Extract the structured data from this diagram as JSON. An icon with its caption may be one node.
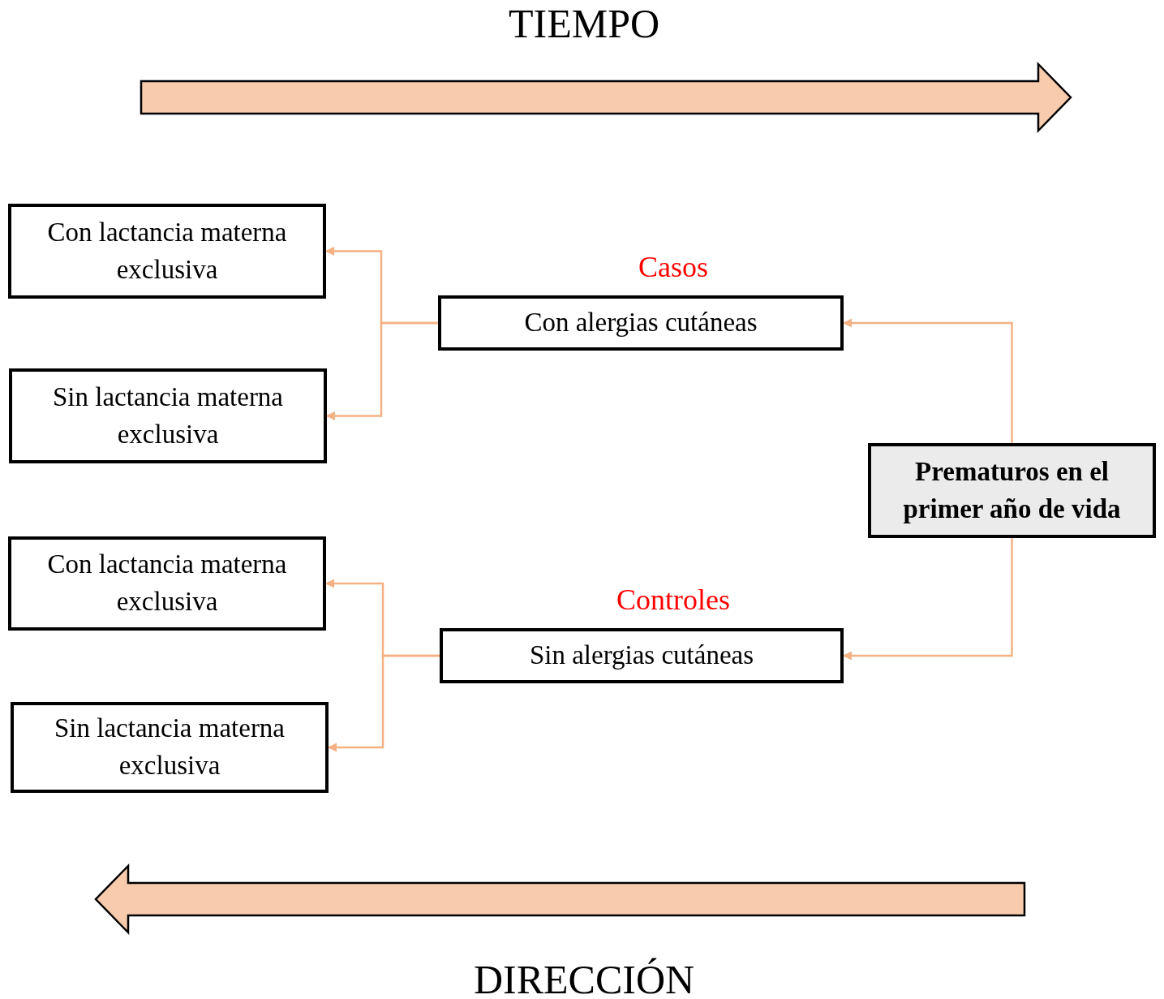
{
  "diagram": {
    "nodes": [
      {
        "text": [
          "Con lactancia materna exclusiva"
        ]
      },
      {
        "text": [
          "Sin lactancia materna exclusiva"
        ]
      },
      {
        "text": [
          "Con lactancia materna exclusiva"
        ]
      },
      {
        "text": [
          "Sin lactancia materna exclusiva"
        ]
      },
      {
        "text": [
          "Con alergias cutáneas"
        ],
        "beside": [
          "Casos"
        ]
      },
      {
        "text": [
          "Sin alergias cutáneas"
        ],
        "beside": [
          "Controles"
        ]
      },
      {
        "text": [
          "Prematuros en el primer año de vida"
        ]
      }
    ],
    "edges": [
      {
        "from": 6,
        "to": 4,
        "arrow": "to"
      },
      {
        "from": 6,
        "to": 5,
        "arrow": "to"
      },
      {
        "from": 4,
        "to": 0,
        "arrow": "to"
      },
      {
        "from": 4,
        "to": 1,
        "arrow": "to"
      },
      {
        "from": 5,
        "to": 2,
        "arrow": "to"
      },
      {
        "from": 5,
        "to": 3,
        "arrow": "to"
      }
    ],
    "labels": [
      "TIEMPO",
      "DIRECCIÓN"
    ]
  }
}
